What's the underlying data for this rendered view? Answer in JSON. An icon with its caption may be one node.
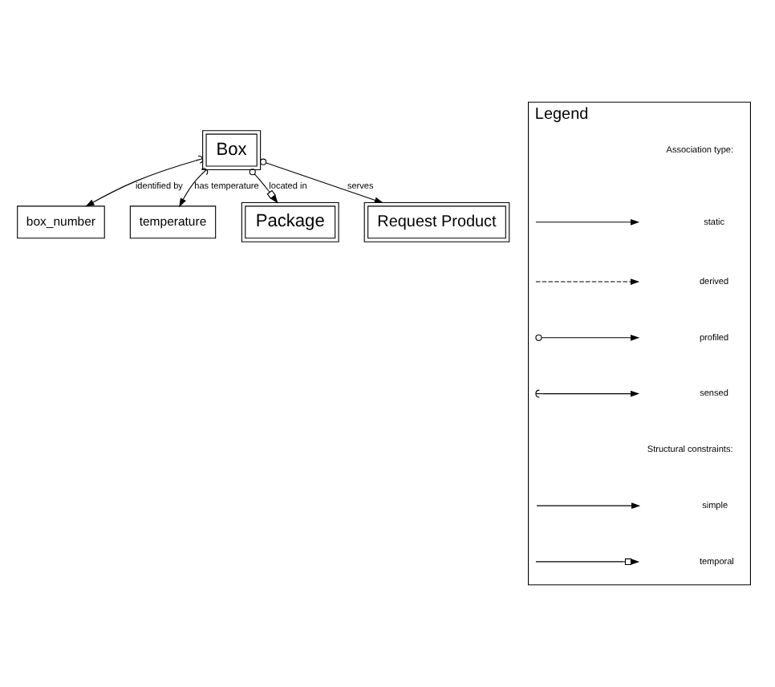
{
  "diagram": {
    "nodes": [
      {
        "text": [
          "box_number"
        ]
      },
      {
        "text": [
          "temperature"
        ]
      },
      {
        "text": [
          "Box"
        ]
      },
      {
        "text": [
          "Package"
        ]
      },
      {
        "text": [
          "Request Product"
        ]
      },
      {
        "text": [
          "Legend"
        ]
      }
    ],
    "edges": [
      {
        "from": 2,
        "to": 0,
        "arrow": "to",
        "label": "identified by"
      },
      {
        "from": 2,
        "to": 1,
        "arrow": "to",
        "label": "has temperature"
      },
      {
        "from": 2,
        "to": 3,
        "arrow": "to",
        "label": "located in"
      },
      {
        "from": 2,
        "to": 4,
        "arrow": "to",
        "label": "serves"
      }
    ],
    "labels": [
      "Association type:",
      "Structural constraints:"
    ],
    "legend": [
      {
        "text": "static"
      },
      {
        "text": "derived"
      },
      {
        "text": "profiled"
      },
      {
        "text": "sensed"
      },
      {
        "text": "simple"
      },
      {
        "text": "temporal"
      }
    ]
  }
}
